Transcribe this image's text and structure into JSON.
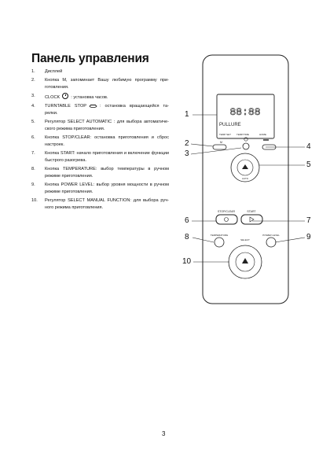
{
  "heading": "Панель управления",
  "items": [
    {
      "num": "1.",
      "text": "Дисплей"
    },
    {
      "num": "2.",
      "text": "Кнопка М, запоминает Вашу любимую программу при- готовления."
    },
    {
      "num": "3.",
      "pre": "CLOCK",
      "icon": "clock-icon",
      "post": ": установка часов."
    },
    {
      "num": "4.",
      "pre": "TURNTABLE STOP",
      "icon": "turntable-icon",
      "post": ": остановка вращающейся та- релки."
    },
    {
      "num": "5.",
      "text": "Регулятор SELECT AUTOMATIC : для выбора автоматиче- ского режима приготовления."
    },
    {
      "num": "6.",
      "text": "Кнопка STOP/CLEAR: остановка приготовления и сброс настроек."
    },
    {
      "num": "7.",
      "text": "Кнопка START: начало приготовления и включение функции быстрого разогрева."
    },
    {
      "num": "8.",
      "text": "Кнопка TEMPERATURE: выбор температуры в ручном режиме приготовления."
    },
    {
      "num": "9.",
      "text": "Кнопка POWER LEVEL: выбор уровня мощности в ручном режиме приготовления."
    },
    {
      "num": "10.",
      "text": "Регулятор SELECT MANUAL FUNCTION: для выбора руч- ного режима приготовления."
    }
  ],
  "callouts": [
    "1",
    "2",
    "3",
    "4",
    "5",
    "6",
    "7",
    "8",
    "9",
    "10"
  ],
  "remote": {
    "display_digits": "88:88",
    "display_text": "PULLURE",
    "display_sublabels": [
      "TEMP SET",
      "TEMP.TIME",
      "HOME"
    ],
    "m_label": "M",
    "stop_label": "STOP/CLEAR",
    "start_label": "START",
    "temp_label": "TEMPERATURE",
    "power_label": "POWER LEVEL",
    "auto_bottom": "AUTO",
    "manual_top": "SELECT"
  },
  "page_number": "3"
}
